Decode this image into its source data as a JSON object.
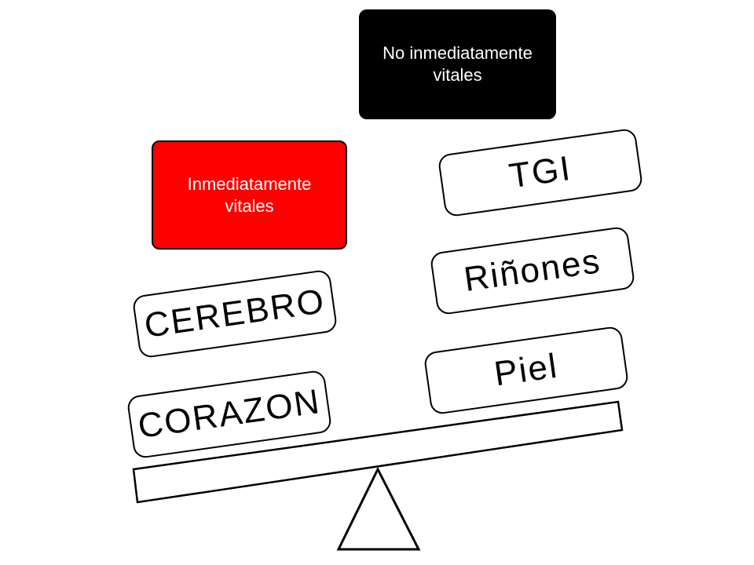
{
  "labels": {
    "left": "Inmediatamente vitales",
    "right": "No inmediatamente vitales"
  },
  "left_stack": [
    "CORAZON",
    "CEREBRO"
  ],
  "right_stack": [
    "Piel",
    "Riñones",
    "TGI"
  ],
  "colors": {
    "left_label_bg": "#ff0000",
    "right_label_bg": "#000000",
    "left_label_text": "#ffffff",
    "right_label_text": "#ffffff",
    "stroke": "#000000"
  }
}
